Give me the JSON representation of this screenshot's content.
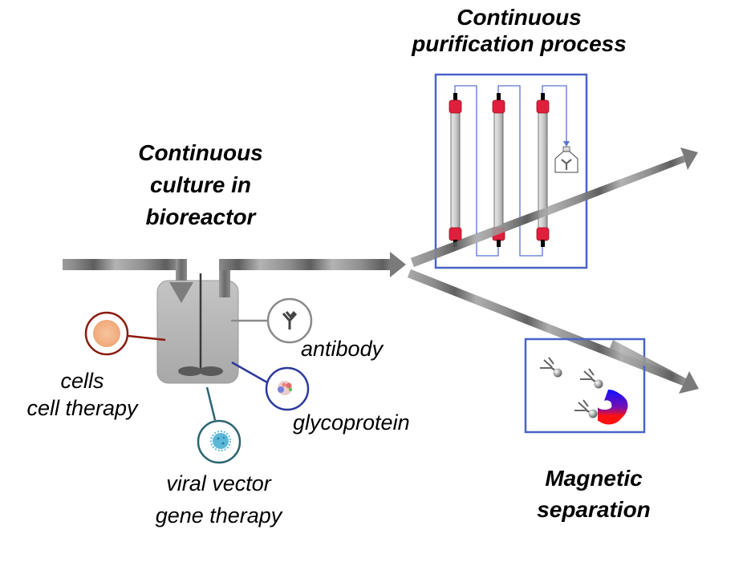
{
  "titles": {
    "purification": [
      "Continuous",
      "purification process"
    ],
    "culture": [
      "Continuous",
      "culture in",
      "bioreactor"
    ],
    "magnetic": [
      "Magnetic",
      "separation"
    ]
  },
  "products": {
    "cells": [
      "cells",
      "cell therapy"
    ],
    "antibody": [
      "antibody"
    ],
    "glycoprotein": [
      "glycoprotein"
    ],
    "viral_vector": [
      "viral vector",
      "gene therapy"
    ]
  },
  "colors": {
    "box_border": "#4a63c9",
    "column_cap": "#e01f3d",
    "cells_ring": "#8b1a0e",
    "cells_fill": "#f4b184",
    "antibody_ring": "#8a8a8a",
    "glyco_ring": "#2b3a9c",
    "viral_ring": "#2a6470",
    "viral_fill": "#5bb8d8",
    "magnet_north": "#1010ff",
    "magnet_south": "#ff1010",
    "bioreactor": "#b5b5b5"
  }
}
